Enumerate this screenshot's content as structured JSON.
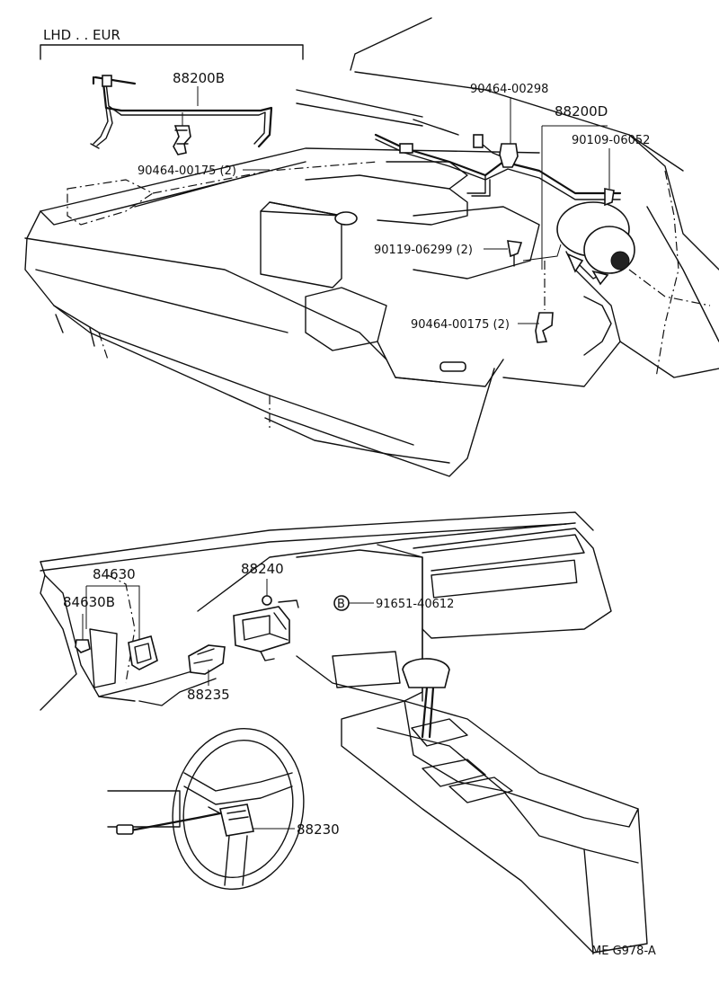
{
  "variant_label": "LHD . . EUR",
  "drawing_code": "ME  G978-A",
  "callouts": {
    "p88200B": "88200B",
    "p90464_00175_top": "90464-00175 (2)",
    "p90464_00298": "90464-00298",
    "p88200D": "88200D",
    "p90109_06052": "90109-06052",
    "p90119_06299": "90119-06299 (2)",
    "p90464_00175_right": "90464-00175 (2)",
    "p84630": "84630",
    "p84630B": "84630B",
    "p88240": "88240",
    "p91651_40612": "91651-40612",
    "p91651_marker": "B",
    "p88235": "88235",
    "p88230": "88230"
  }
}
